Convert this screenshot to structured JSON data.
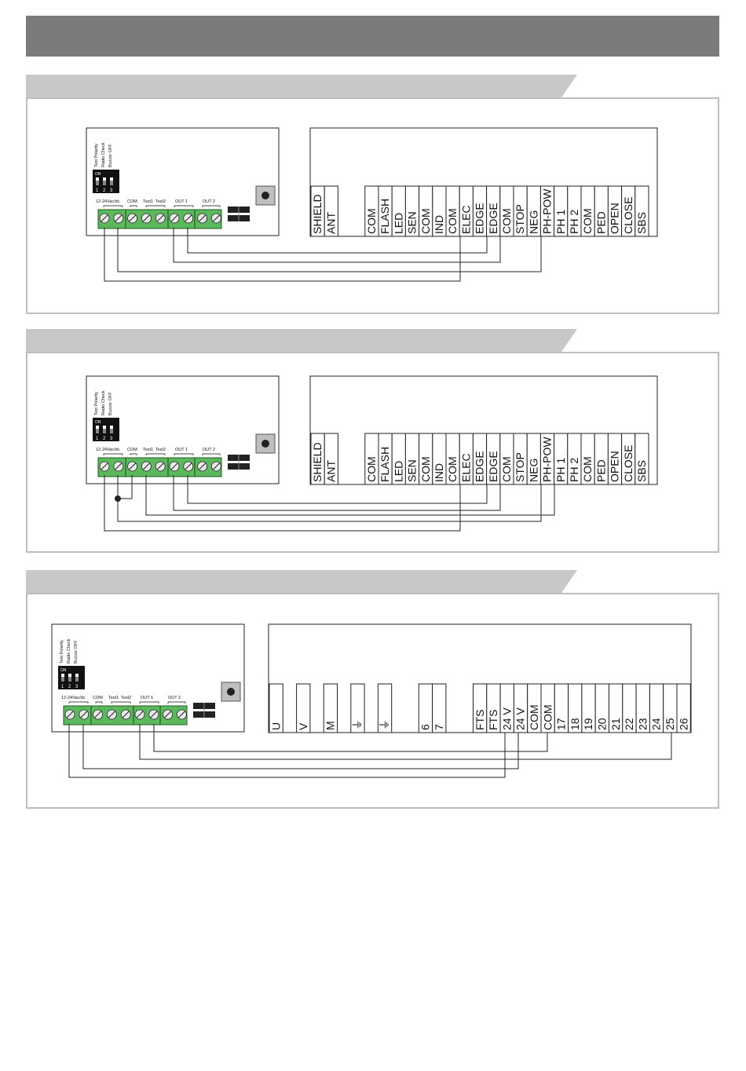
{
  "receiver": {
    "dip_labels": [
      "Test Polarity",
      "Radio Check",
      "Buzzer OFF"
    ],
    "dip_on": "ON",
    "dip_numbers": [
      "1",
      "2",
      "3"
    ],
    "terminal_labels": [
      "12-24Vac/dc",
      "COM",
      "Test1",
      "Test2",
      "OUT 1",
      "OUT 2"
    ]
  },
  "panels": [
    {
      "terminals": [
        "SHIELD",
        "ANT",
        "",
        "",
        "COM",
        "FLASH",
        "LED",
        "SEN",
        "COM",
        "IND",
        "COM",
        "ELEC",
        "EDGE",
        "EDGE",
        "COM",
        "STOP",
        "NEG",
        "PH-POW",
        "PH 1",
        "PH 2",
        "COM",
        "PED",
        "OPEN",
        "CLOSE",
        "SBS"
      ]
    },
    {
      "terminals": [
        "SHIELD",
        "ANT",
        "",
        "",
        "COM",
        "FLASH",
        "LED",
        "SEN",
        "COM",
        "IND",
        "COM",
        "ELEC",
        "EDGE",
        "EDGE",
        "COM",
        "STOP",
        "NEG",
        "PH-POW",
        "PH 1",
        "PH 2",
        "COM",
        "PED",
        "OPEN",
        "CLOSE",
        "SBS"
      ]
    },
    {
      "terminals": [
        "U",
        "",
        "V",
        "",
        "M",
        "",
        "⏚",
        "",
        "⏚",
        "",
        "",
        "6",
        "7",
        "",
        "",
        "FTS",
        "FTS",
        "24 V",
        "24 V",
        "COM",
        "COM",
        "17",
        "18",
        "19",
        "20",
        "21",
        "22",
        "23",
        "24",
        "25",
        "26"
      ]
    }
  ],
  "colors": {
    "header": "#7a7a7a",
    "tab": "#c8c8c8",
    "frame": "#bdbdbd",
    "terminal_green": "#5cb85c",
    "wire": "#222222"
  }
}
